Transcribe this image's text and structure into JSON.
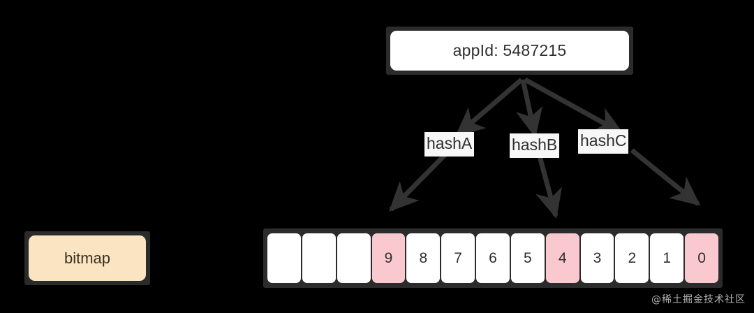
{
  "background_color": "#000000",
  "diagram": {
    "type": "bloom-filter-hash-diagram",
    "source_node": {
      "label": "appId: 5487215",
      "box_color": "#ffffff",
      "text_color": "#2f2f2f"
    },
    "hash_functions": [
      {
        "name": "hash-a",
        "label": "hashA"
      },
      {
        "name": "hash-b",
        "label": "hashB"
      },
      {
        "name": "hash-c",
        "label": "hashC"
      }
    ],
    "legend": {
      "label": "bitmap",
      "box_color": "#fbe4c2",
      "text_color": "#3a3024"
    },
    "bitmap": {
      "set_color": "#fac9d0",
      "unset_color": "#ffffff",
      "cells": [
        {
          "label": "",
          "set": false
        },
        {
          "label": "",
          "set": false
        },
        {
          "label": "",
          "set": false
        },
        {
          "label": "9",
          "set": true
        },
        {
          "label": "8",
          "set": false
        },
        {
          "label": "7",
          "set": false
        },
        {
          "label": "6",
          "set": false
        },
        {
          "label": "5",
          "set": false
        },
        {
          "label": "4",
          "set": true
        },
        {
          "label": "3",
          "set": false
        },
        {
          "label": "2",
          "set": false
        },
        {
          "label": "1",
          "set": false
        },
        {
          "label": "0",
          "set": true
        }
      ]
    },
    "edges": [
      {
        "name": "edge-hash-a",
        "from": "appId",
        "via": "hashA",
        "to_cell": "9"
      },
      {
        "name": "edge-hash-b",
        "from": "appId",
        "via": "hashB",
        "to_cell": "4"
      },
      {
        "name": "edge-hash-c",
        "from": "appId",
        "via": "hashC",
        "to_cell": "0"
      }
    ],
    "edge_color": "#333333"
  },
  "watermark": {
    "text": "@稀土掘金技术社区"
  }
}
